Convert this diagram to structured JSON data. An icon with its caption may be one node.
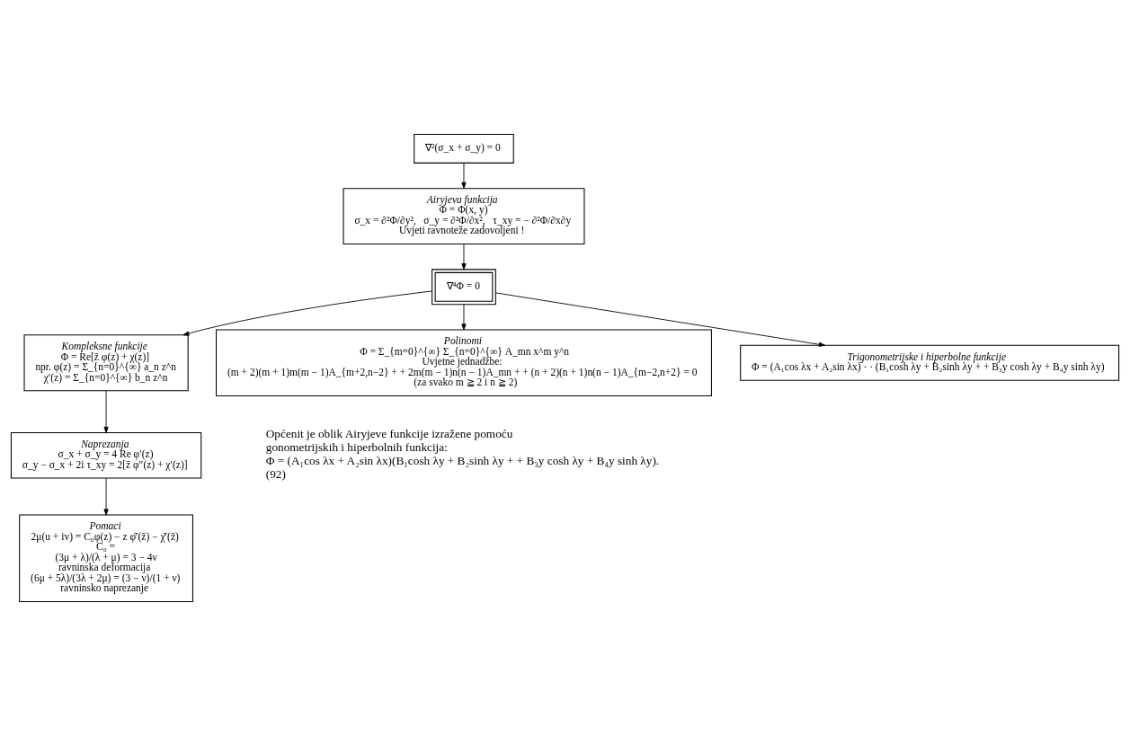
{
  "diagram": {
    "nodes": [
      {
        "text": [
          "∇²(σ_x + σ_y) = 0"
        ]
      },
      {
        "text": [
          "Airyjeva funkcija",
          "Φ = Φ(x, y)",
          "σ_x = ∂²Φ/∂y²,   σ_y = ∂²Φ/∂x²,   τ_xy = − ∂²Φ/∂x∂y",
          "Uvjeti ravnoteže zadovoljeni !"
        ]
      },
      {
        "text": [
          "∇⁴Φ = 0"
        ]
      },
      {
        "text": [
          "Kompleksne funkcije",
          "Φ = Re[z̄ φ(z) + χ(z)]",
          "npr. φ(z) = Σ_{n=0}^{∞} a_n z^n",
          "χ′(z) = Σ_{n=0}^{∞} b_n z^n"
        ]
      },
      {
        "text": [
          "Polinomi",
          "Φ = Σ_{m=0}^{∞} Σ_{n=0}^{∞} A_mn x^m y^n",
          "Uvjetne jednadžbe:",
          "(m + 2)(m + 1)m(m − 1)A_{m+2,n−2} + + 2m(m − 1)n(n − 1)A_mn + + (n + 2)(n + 1)n(n − 1)A_{m−2,n+2} = 0",
          "(za svako m ≧ 2 i n ≧ 2)"
        ]
      },
      {
        "text": [
          "Trigonometrijske i hiperbolne funkcije",
          "Φ = (A₁cos λx + A₂sin λx) · · (B₁cosh λy + B₂sinh λy + + B₃y cosh λy + B₄y sinh λy)"
        ]
      },
      {
        "text": [
          "Naprezanja",
          "σ_x + σ_y = 4 Re φ′(z)",
          "σ_y − σ_x + 2i τ_xy = 2[z̄ φ″(z) + χ′(z)]"
        ]
      },
      {
        "text": [
          "Pomaci",
          "2μ(u + iv) = C₀φ(z) − z φ̄′(z̄) − χ̄′(z̄)",
          "C₀ =",
          "(3μ + λ)/(λ + μ) = 3 − 4ν",
          "ravninska deformacija",
          "(6μ + 5λ)/(3λ + 2μ) = (3 − ν)/(1 + ν)",
          "ravninsko naprezanje"
        ]
      }
    ],
    "edges": [
      {
        "from": 0,
        "to": 1,
        "arrow": "to"
      },
      {
        "from": 1,
        "to": 2,
        "arrow": "to"
      },
      {
        "from": 2,
        "to": 4,
        "arrow": "to"
      },
      {
        "from": 2,
        "to": 5,
        "arrow": "to"
      },
      {
        "from": 2,
        "to": 3,
        "arrow": "to"
      },
      {
        "from": 3,
        "to": 6,
        "arrow": "to"
      },
      {
        "from": 6,
        "to": 7,
        "arrow": "to"
      }
    ],
    "labels": [
      "Općenit je oblik Airyjeve funkcije izražene pomoću",
      "gonometrijskih i hiperbolnih funkcija:",
      "Φ = (A₁cos λx + A₂sin λx)(B₁cosh λy + B₂sinh λy + + B₃y cosh λy + B₄y sinh λy).",
      "(92)"
    ]
  }
}
